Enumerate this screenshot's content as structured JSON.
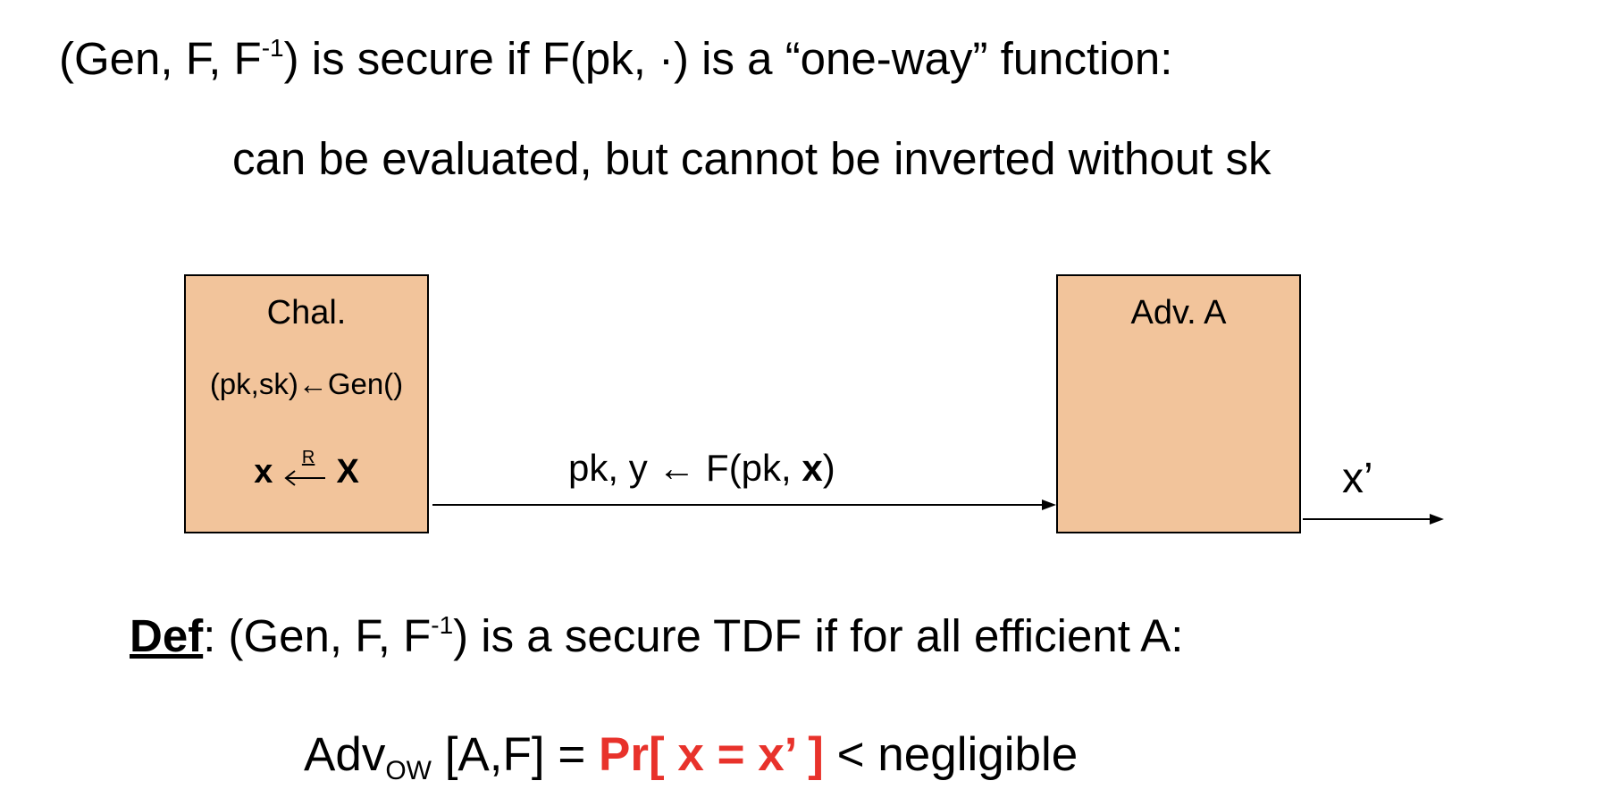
{
  "heading": {
    "line1_prefix": "(Gen, F, F",
    "line1_sup": "-1",
    "line1_suffix": ") is secure if   F(pk, ·)   is a “one-way” function:",
    "line2": "can be evaluated, but cannot be inverted without  sk"
  },
  "challenger": {
    "title": "Chal.",
    "keygen": "(pk,sk)←Gen()",
    "sample_x": "x",
    "sample_R": "R",
    "sample_X": "X"
  },
  "message": {
    "prefix": "pk,   y ← F(pk, ",
    "bold_x": "x",
    "suffix": ")"
  },
  "adversary": {
    "title": "Adv. A",
    "output": "x’"
  },
  "definition": {
    "label": "Def",
    "colon": ":  ",
    "body_prefix": "(Gen, F, F",
    "body_sup": "-1",
    "body_suffix": ")  is a secure TDF if for all efficient  A:"
  },
  "advantage": {
    "adv": "Adv",
    "sub": "OW",
    "args": " [A,F]  =  ",
    "pr_open": "Pr[ ",
    "pr_body": "x = x’",
    "pr_close": " ]",
    "tail": "   <  negligible"
  },
  "colors": {
    "box_fill": "#f2c49b",
    "highlight": "#e8322b"
  }
}
